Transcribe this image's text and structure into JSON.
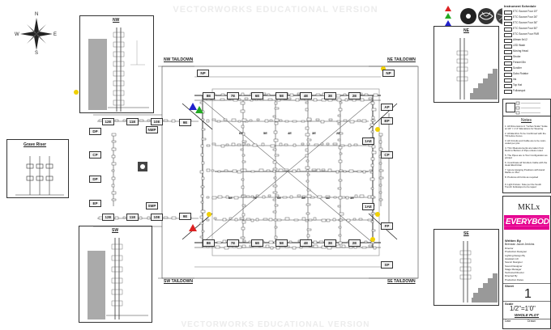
{
  "watermark": "VECTORWORKS EDUCATIONAL VERSION",
  "compass": {
    "n": "N",
    "s": "S",
    "e": "E",
    "w": "W"
  },
  "detail_views": {
    "nw": "NW",
    "ne": "NE",
    "sw": "SW",
    "se": "SE",
    "grave": "Grave Riser"
  },
  "taildowns": {
    "nw": "NW TAILDOWN",
    "ne": "NE TAILDOWN",
    "sw": "SW TAILDOWN",
    "se": "SE TAILDOWN"
  },
  "pipes": {
    "top": [
      "8E",
      "7E",
      "6E",
      "5E",
      "4E",
      "3E",
      "2E"
    ],
    "bottom": [
      "8E",
      "7E",
      "6E",
      "5E",
      "4E",
      "3E",
      "2E"
    ],
    "left": [
      "12E",
      "11E",
      "10E"
    ],
    "left_bottom": [
      "12E",
      "11E",
      "10E"
    ],
    "side_left": [
      "NP",
      "DP",
      "CP",
      "DP",
      "EP",
      "NMP",
      "SMP",
      "9E",
      "9E"
    ],
    "side_right": [
      "NP",
      "AP",
      "BP",
      "1AE",
      "CP",
      "1AE",
      "FP",
      "SP"
    ],
    "mid_labels": [
      "6E",
      "5E",
      "4E",
      "3E",
      "2E",
      "8E",
      "7E",
      "6E",
      "5E",
      "4E",
      "3E"
    ]
  },
  "legend": {
    "title": "Instrument Schedule",
    "items": [
      "ETC Source Four 19°",
      "ETC Source Four 26°",
      "ETC Source Four 36°",
      "ETC Source Four 50°",
      "ETC Source Four PAR",
      "Altman 6x12",
      "LED Wash",
      "Moving Head",
      "Strobe",
      "Fresnel 8in",
      "Scroller",
      "Gobo Rotator",
      "Iris",
      "Top Hat",
      "Followspot"
    ]
  },
  "notes": {
    "title": "Notes",
    "items": [
      "1. All Dimensions in \"Inches Scale\" Scale at 1/2\" = 1'-0\" Elevations for Steering",
      "2. All Electrics To be Confirmed with the TD before Focus",
      "3. All Circuits and Cable are to be color-coded per plot",
      "4. Trim Measurements are taken from Deck to Bottom of Pipe unless noted",
      "5. The Pipes are to Tour Configuration as printed",
      "6. Coordinate all Scrollers Cable with the Head Electrician",
      "7. Ignore Hanging Positions with Hand Marks on Plot",
      "8. Prefocus All Units as required",
      "9. Light Fixture: Note per the South Trench Followspot to be taped"
    ]
  },
  "title_block": {
    "show": "MKLx",
    "logo": "EVERYBODY",
    "written_by_label": "Written By",
    "written_by": "Brendan Jacob Jenkins",
    "crew_lines": [
      "Director",
      "Production Designer",
      "Lighting Design By",
      "Assistant LD",
      "Scenic Designer",
      "Sound Designer",
      "Stage Manager",
      "Technical Director",
      "Directed By",
      "Production Dates"
    ],
    "sheet_label": "Sheet",
    "sheet_number": "1",
    "scale_label": "Scale",
    "scale": "1/2\"=1'0\"",
    "plot_name": "WHOLE PLOT",
    "date_label": "Date",
    "drawn_label": "Drawn"
  },
  "colors": {
    "blue_triangle": "#2222cc",
    "green_triangle": "#22aa22",
    "red_triangle": "#dd2222",
    "yellow_marker": "#f0d000",
    "logo_bg": "#e40090",
    "logo_text": "#ffffff",
    "stairs": "#999999"
  },
  "icons": [
    "compass-rose-icon",
    "swirl-pattern-icon",
    "key-icon"
  ]
}
